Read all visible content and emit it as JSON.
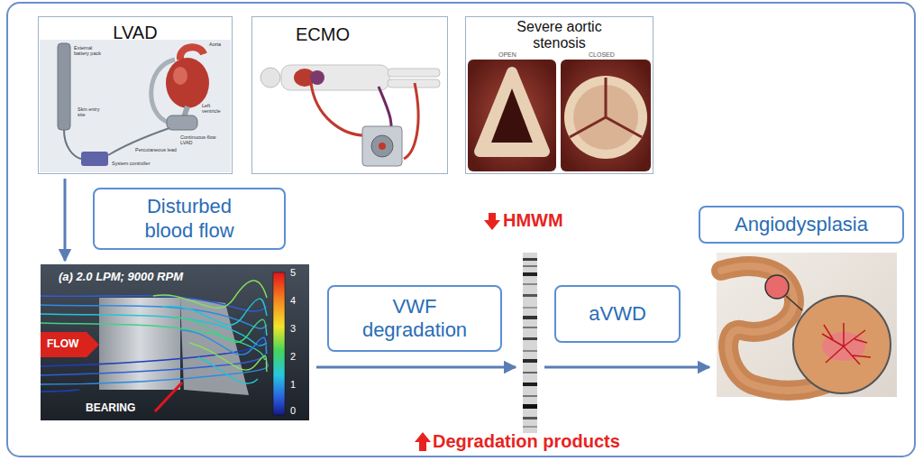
{
  "diagram": {
    "nodes": [
      {
        "text": [
          "LVAD"
        ]
      },
      {
        "text": [
          "ECMO"
        ]
      },
      {
        "text": [
          "Severe aortic stenosis"
        ]
      },
      {
        "text": [
          "Disturbed blood flow"
        ]
      },
      {
        "text": [
          "(a) 2.0 LPM; 9000 RPM"
        ]
      },
      {
        "text": [
          "VWF degradation"
        ]
      },
      {
        "text": [
          "HMWM",
          "Degradation products"
        ]
      },
      {
        "text": [
          "aVWD"
        ]
      },
      {
        "text": [
          "Angiodysplasia"
        ]
      }
    ],
    "edges": [
      {
        "from": 0,
        "to": 4,
        "arrow": "to"
      },
      {
        "from": 4,
        "to": 6,
        "arrow": "to"
      },
      {
        "from": 6,
        "to": 8,
        "arrow": "to"
      }
    ],
    "labels": [
      "External battery pack",
      "Aorta",
      "Left ventricle",
      "Skin entry site",
      "System controller",
      "Percutaneous lead",
      "Continuous-flow LVAD",
      "OPEN",
      "CLOSED",
      "FLOW",
      "BEARING",
      "5",
      "4",
      "3",
      "2",
      "1",
      "0"
    ]
  }
}
